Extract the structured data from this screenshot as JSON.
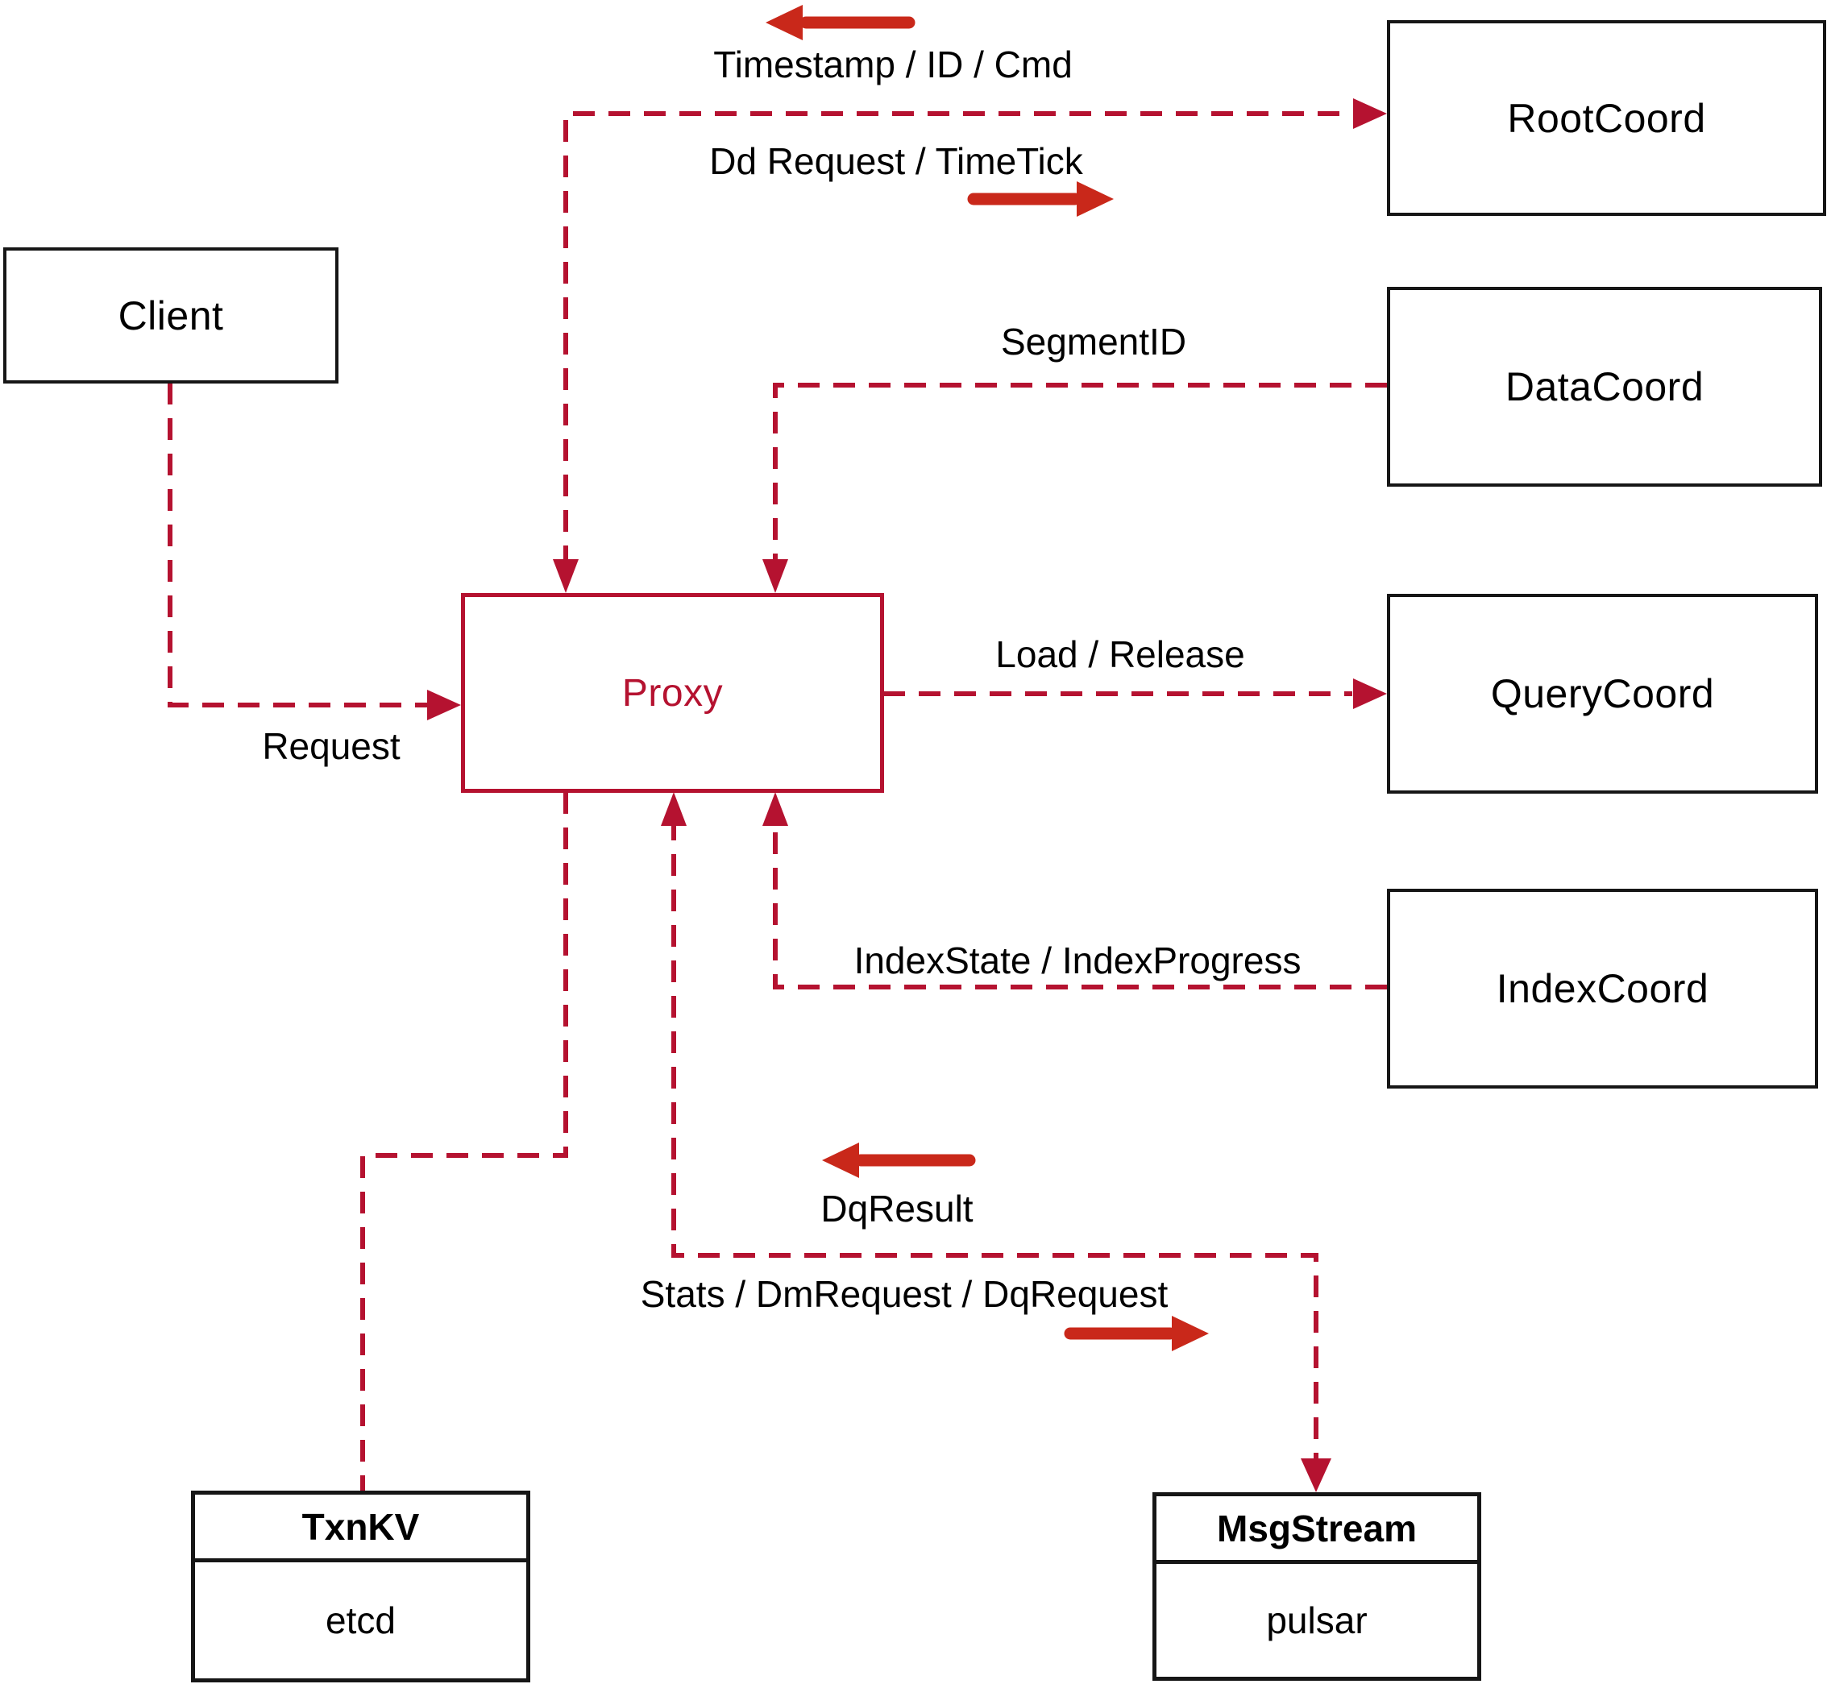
{
  "title": "Milvus proxy interaction diagram",
  "colors": {
    "wire": "#b51230",
    "arrow": "#c9281a",
    "ink": "#161616"
  },
  "nodes": {
    "client": {
      "label": "Client"
    },
    "proxy": {
      "label": "Proxy"
    },
    "root_coord": {
      "label": "RootCoord"
    },
    "data_coord": {
      "label": "DataCoord"
    },
    "query_coord": {
      "label": "QueryCoord"
    },
    "index_coord": {
      "label": "IndexCoord"
    },
    "txn_kv": {
      "title": "TxnKV",
      "impl": "etcd"
    },
    "msg_stream": {
      "title": "MsgStream",
      "impl": "pulsar"
    }
  },
  "labels": {
    "root_return": "Timestamp / ID / Cmd",
    "root_send": "Dd Request / TimeTick",
    "segment": "SegmentID",
    "load": "Load / Release",
    "index": "IndexState / IndexProgress",
    "dq_result": "DqResult",
    "stats": "Stats / DmRequest / DqRequest",
    "request": "Request"
  },
  "edges": [
    {
      "from": "Client",
      "to": "Proxy",
      "direction": "to",
      "label": "Request"
    },
    {
      "from": "Proxy",
      "to": "RootCoord",
      "direction": "both",
      "labels": [
        "Timestamp / ID / Cmd",
        "Dd Request / TimeTick"
      ]
    },
    {
      "from": "DataCoord",
      "to": "Proxy",
      "direction": "to",
      "label": "SegmentID"
    },
    {
      "from": "Proxy",
      "to": "QueryCoord",
      "direction": "to",
      "label": "Load / Release"
    },
    {
      "from": "IndexCoord",
      "to": "Proxy",
      "direction": "to",
      "label": "IndexState / IndexProgress"
    },
    {
      "from": "Proxy",
      "to": "MsgStream",
      "direction": "both",
      "labels": [
        "DqResult",
        "Stats / DmRequest / DqRequest"
      ]
    },
    {
      "from": "Proxy",
      "to": "TxnKV",
      "direction": "none",
      "label": ""
    }
  ]
}
